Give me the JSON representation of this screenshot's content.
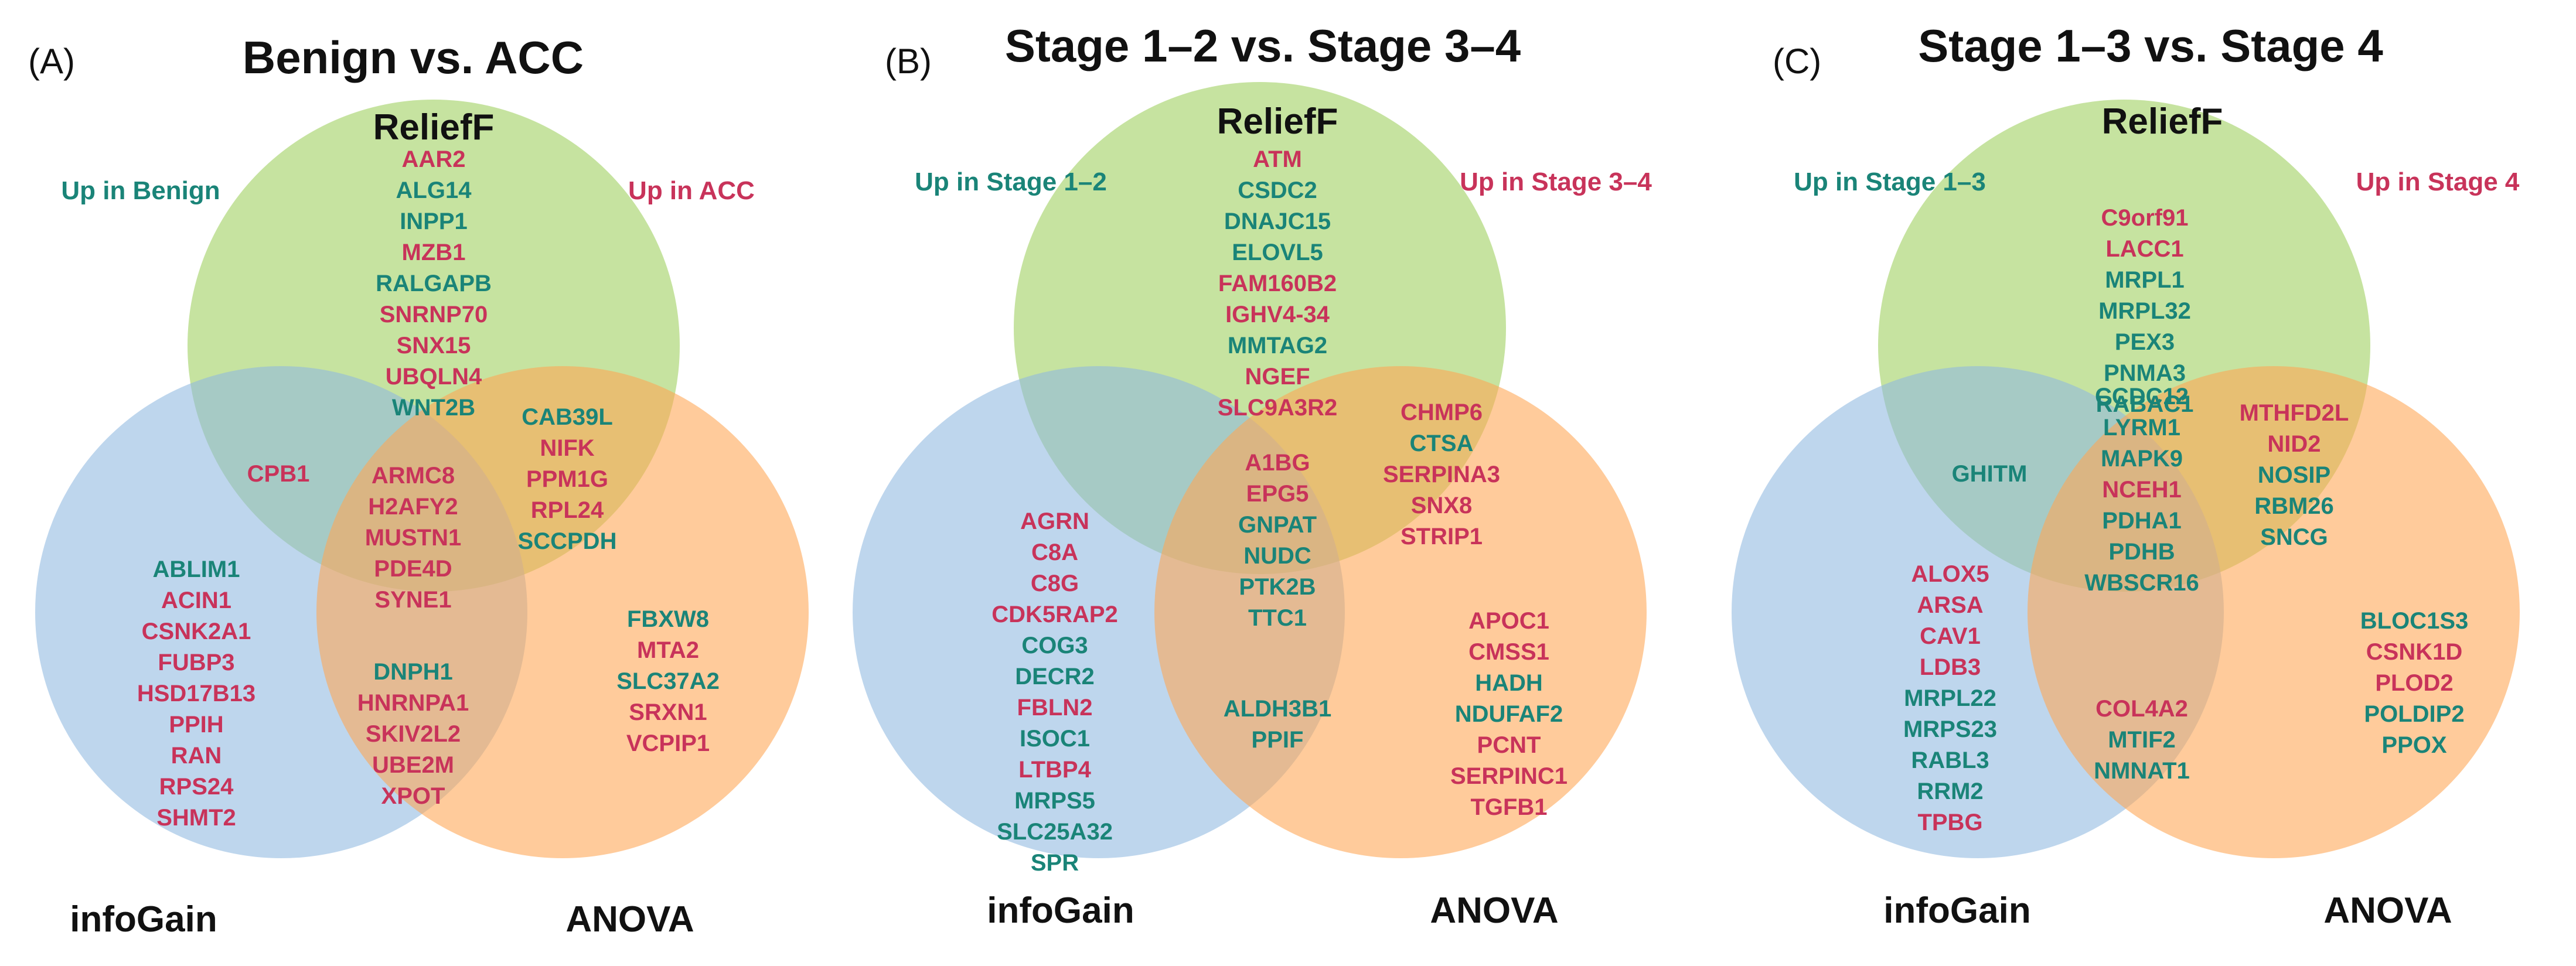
{
  "colors": {
    "up_first": "#1a8478",
    "up_second": "#c8335a",
    "relieff_circle": "#9ccf5b",
    "infogain_circle": "#8fb8e0",
    "anova_circle": "#ffa653"
  },
  "panels": [
    {
      "letter": "(A)",
      "title": "Benign vs. ACC",
      "set_labels": {
        "top": "ReliefF",
        "left": "infoGain",
        "right": "ANOVA"
      },
      "direction_labels": {
        "left": "Up in Benign",
        "right": "Up in ACC"
      },
      "regions": {
        "top_only": [
          {
            "gene": "AAR2",
            "dir": "up_second"
          },
          {
            "gene": "ALG14",
            "dir": "up_first"
          },
          {
            "gene": "INPP1",
            "dir": "up_first"
          },
          {
            "gene": "MZB1",
            "dir": "up_second"
          },
          {
            "gene": "RALGAPB",
            "dir": "up_first"
          },
          {
            "gene": "SNRNP70",
            "dir": "up_second"
          },
          {
            "gene": "SNX15",
            "dir": "up_second"
          },
          {
            "gene": "UBQLN4",
            "dir": "up_second"
          },
          {
            "gene": "WNT2B",
            "dir": "up_first"
          }
        ],
        "top_left": [
          {
            "gene": "CPB1",
            "dir": "up_second"
          }
        ],
        "top_right": [
          {
            "gene": "CAB39L",
            "dir": "up_first"
          },
          {
            "gene": "NIFK",
            "dir": "up_second"
          },
          {
            "gene": "PPM1G",
            "dir": "up_second"
          },
          {
            "gene": "RPL24",
            "dir": "up_second"
          },
          {
            "gene": "SCCPDH",
            "dir": "up_first"
          }
        ],
        "center": [
          {
            "gene": "ARMC8",
            "dir": "up_second"
          },
          {
            "gene": "H2AFY2",
            "dir": "up_second"
          },
          {
            "gene": "MUSTN1",
            "dir": "up_second"
          },
          {
            "gene": "PDE4D",
            "dir": "up_second"
          },
          {
            "gene": "SYNE1",
            "dir": "up_second"
          }
        ],
        "left_only": [
          {
            "gene": "ABLIM1",
            "dir": "up_first"
          },
          {
            "gene": "ACIN1",
            "dir": "up_second"
          },
          {
            "gene": "CSNK2A1",
            "dir": "up_second"
          },
          {
            "gene": "FUBP3",
            "dir": "up_second"
          },
          {
            "gene": "HSD17B13",
            "dir": "up_second"
          },
          {
            "gene": "PPIH",
            "dir": "up_second"
          },
          {
            "gene": "RAN",
            "dir": "up_second"
          },
          {
            "gene": "RPS24",
            "dir": "up_second"
          },
          {
            "gene": "SHMT2",
            "dir": "up_second"
          }
        ],
        "right_only": [
          {
            "gene": "FBXW8",
            "dir": "up_first"
          },
          {
            "gene": "MTA2",
            "dir": "up_second"
          },
          {
            "gene": "SLC37A2",
            "dir": "up_first"
          },
          {
            "gene": "SRXN1",
            "dir": "up_second"
          },
          {
            "gene": "VCPIP1",
            "dir": "up_second"
          }
        ],
        "left_right": [
          {
            "gene": "DNPH1",
            "dir": "up_first"
          },
          {
            "gene": "HNRNPA1",
            "dir": "up_second"
          },
          {
            "gene": "SKIV2L2",
            "dir": "up_second"
          },
          {
            "gene": "UBE2M",
            "dir": "up_second"
          },
          {
            "gene": "XPOT",
            "dir": "up_second"
          }
        ]
      }
    },
    {
      "letter": "(B)",
      "title": "Stage 1–2 vs. Stage 3–4",
      "set_labels": {
        "top": "ReliefF",
        "left": "infoGain",
        "right": "ANOVA"
      },
      "direction_labels": {
        "left": "Up in Stage 1–2",
        "right": "Up in Stage 3–4"
      },
      "regions": {
        "top_only": [
          {
            "gene": "ATM",
            "dir": "up_second"
          },
          {
            "gene": "CSDC2",
            "dir": "up_first"
          },
          {
            "gene": "DNAJC15",
            "dir": "up_first"
          },
          {
            "gene": "ELOVL5",
            "dir": "up_first"
          },
          {
            "gene": "FAM160B2",
            "dir": "up_second"
          },
          {
            "gene": "IGHV4-34",
            "dir": "up_second"
          },
          {
            "gene": "MMTAG2",
            "dir": "up_first"
          },
          {
            "gene": "NGEF",
            "dir": "up_second"
          },
          {
            "gene": "SLC9A3R2",
            "dir": "up_second"
          }
        ],
        "top_left": [],
        "top_right": [
          {
            "gene": "CHMP6",
            "dir": "up_second"
          },
          {
            "gene": "CTSA",
            "dir": "up_first"
          },
          {
            "gene": "SERPINA3",
            "dir": "up_second"
          },
          {
            "gene": "SNX8",
            "dir": "up_second"
          },
          {
            "gene": "STRIP1",
            "dir": "up_second"
          }
        ],
        "center": [
          {
            "gene": "A1BG",
            "dir": "up_second"
          },
          {
            "gene": "EPG5",
            "dir": "up_second"
          },
          {
            "gene": "GNPAT",
            "dir": "up_first"
          },
          {
            "gene": "NUDC",
            "dir": "up_first"
          },
          {
            "gene": "PTK2B",
            "dir": "up_first"
          },
          {
            "gene": "TTC1",
            "dir": "up_first"
          }
        ],
        "left_only": [
          {
            "gene": "AGRN",
            "dir": "up_second"
          },
          {
            "gene": "C8A",
            "dir": "up_second"
          },
          {
            "gene": "C8G",
            "dir": "up_second"
          },
          {
            "gene": "CDK5RAP2",
            "dir": "up_second"
          },
          {
            "gene": "COG3",
            "dir": "up_first"
          },
          {
            "gene": "DECR2",
            "dir": "up_first"
          },
          {
            "gene": "FBLN2",
            "dir": "up_second"
          },
          {
            "gene": "ISOC1",
            "dir": "up_first"
          },
          {
            "gene": "LTBP4",
            "dir": "up_second"
          },
          {
            "gene": "MRPS5",
            "dir": "up_first"
          },
          {
            "gene": "SLC25A32",
            "dir": "up_first"
          },
          {
            "gene": "SPR",
            "dir": "up_first"
          }
        ],
        "right_only": [
          {
            "gene": "APOC1",
            "dir": "up_second"
          },
          {
            "gene": "CMSS1",
            "dir": "up_second"
          },
          {
            "gene": "HADH",
            "dir": "up_first"
          },
          {
            "gene": "NDUFAF2",
            "dir": "up_first"
          },
          {
            "gene": "PCNT",
            "dir": "up_second"
          },
          {
            "gene": "SERPINC1",
            "dir": "up_second"
          },
          {
            "gene": "TGFB1",
            "dir": "up_second"
          }
        ],
        "left_right": [
          {
            "gene": "ALDH3B1",
            "dir": "up_first"
          },
          {
            "gene": "PPIF",
            "dir": "up_first"
          }
        ]
      }
    },
    {
      "letter": "(C)",
      "title": "Stage 1–3 vs. Stage 4",
      "set_labels": {
        "top": "ReliefF",
        "left": "infoGain",
        "right": "ANOVA"
      },
      "direction_labels": {
        "left": "Up in Stage 1–3",
        "right": "Up in Stage 4"
      },
      "regions": {
        "top_only": [
          {
            "gene": "C9orf91",
            "dir": "up_second"
          },
          {
            "gene": "LACC1",
            "dir": "up_second"
          },
          {
            "gene": "MRPL1",
            "dir": "up_first"
          },
          {
            "gene": "MRPL32",
            "dir": "up_first"
          },
          {
            "gene": "PEX3",
            "dir": "up_first"
          },
          {
            "gene": "PNMA3",
            "dir": "up_first"
          },
          {
            "gene": "RABAC1",
            "dir": "up_first"
          }
        ],
        "top_left": [
          {
            "gene": "GHITM",
            "dir": "up_first"
          }
        ],
        "top_right": [
          {
            "gene": "MTHFD2L",
            "dir": "up_second"
          },
          {
            "gene": "NID2",
            "dir": "up_second"
          },
          {
            "gene": "NOSIP",
            "dir": "up_first"
          },
          {
            "gene": "RBM26",
            "dir": "up_first"
          },
          {
            "gene": "SNCG",
            "dir": "up_first"
          }
        ],
        "center": [
          {
            "gene": "CCDC12",
            "dir": "up_first"
          },
          {
            "gene": "LYRM1",
            "dir": "up_first"
          },
          {
            "gene": "MAPK9",
            "dir": "up_first"
          },
          {
            "gene": "NCEH1",
            "dir": "up_second"
          },
          {
            "gene": "PDHA1",
            "dir": "up_first"
          },
          {
            "gene": "PDHB",
            "dir": "up_first"
          },
          {
            "gene": "WBSCR16",
            "dir": "up_first"
          }
        ],
        "left_only": [
          {
            "gene": "ALOX5",
            "dir": "up_second"
          },
          {
            "gene": "ARSA",
            "dir": "up_second"
          },
          {
            "gene": "CAV1",
            "dir": "up_second"
          },
          {
            "gene": "LDB3",
            "dir": "up_second"
          },
          {
            "gene": "MRPL22",
            "dir": "up_first"
          },
          {
            "gene": "MRPS23",
            "dir": "up_first"
          },
          {
            "gene": "RABL3",
            "dir": "up_first"
          },
          {
            "gene": "RRM2",
            "dir": "up_first"
          },
          {
            "gene": "TPBG",
            "dir": "up_second"
          }
        ],
        "right_only": [
          {
            "gene": "BLOC1S3",
            "dir": "up_first"
          },
          {
            "gene": "CSNK1D",
            "dir": "up_second"
          },
          {
            "gene": "PLOD2",
            "dir": "up_second"
          },
          {
            "gene": "POLDIP2",
            "dir": "up_first"
          },
          {
            "gene": "PPOX",
            "dir": "up_first"
          }
        ],
        "left_right": [
          {
            "gene": "COL4A2",
            "dir": "up_second"
          },
          {
            "gene": "MTIF2",
            "dir": "up_first"
          },
          {
            "gene": "NMNAT1",
            "dir": "up_first"
          }
        ]
      }
    }
  ]
}
